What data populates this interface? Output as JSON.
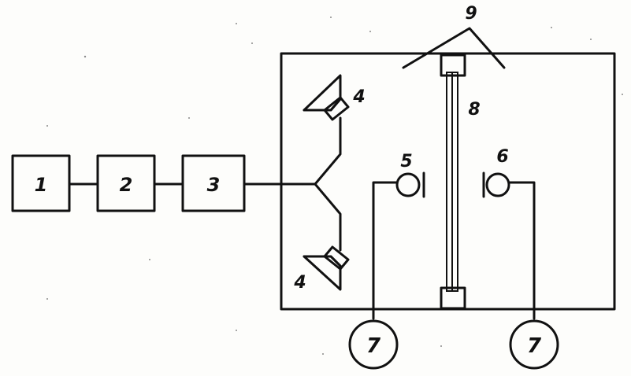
{
  "labels": {
    "block1": "1",
    "block2": "2",
    "block3": "3",
    "speaker_top": "4",
    "speaker_bottom": "4",
    "mic_left": "5",
    "mic_right": "6",
    "meter_left": "7",
    "meter_right": "7",
    "partition": "8",
    "mount": "9"
  },
  "colors": {
    "ink": "#111111",
    "hatch": "#333333",
    "paper": "#fdfdfb"
  }
}
